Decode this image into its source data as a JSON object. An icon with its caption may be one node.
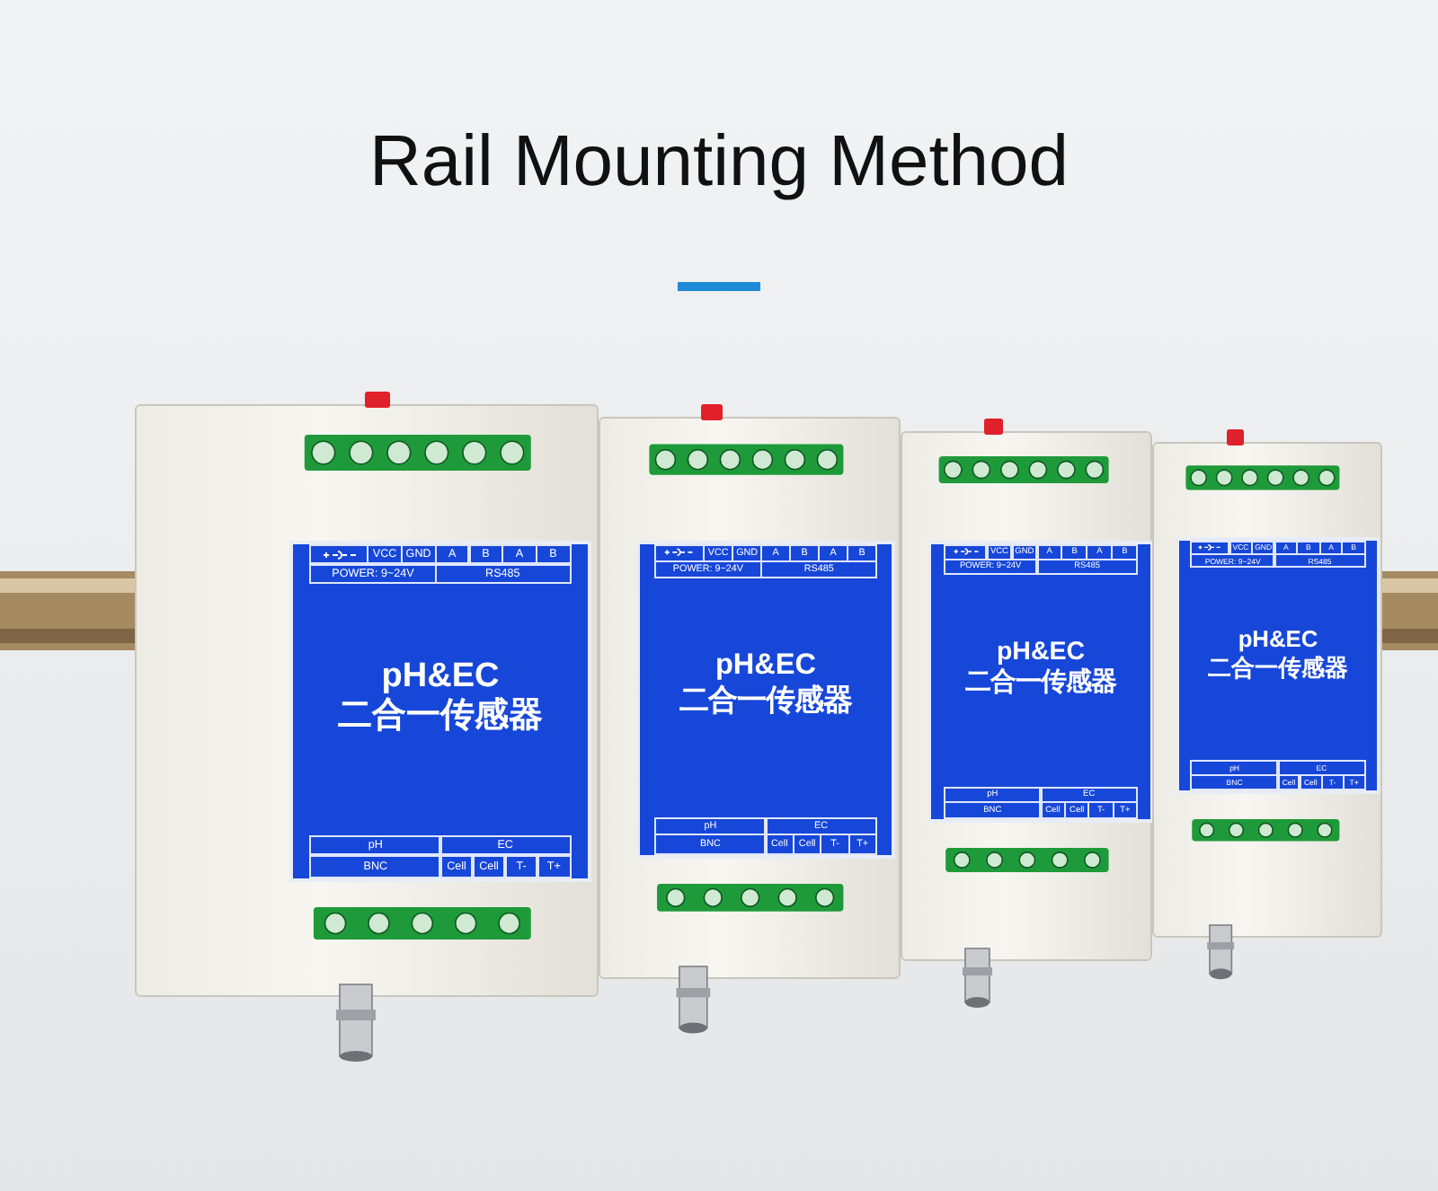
{
  "diagram": {
    "title": "Rail Mounting Method",
    "nodes": [
      {
        "text": [
          "VCC",
          "GND",
          "A",
          "B",
          "A",
          "B",
          "POWER: 9~24V",
          "RS485",
          "pH&EC",
          "二合一传感器",
          "pH",
          "EC",
          "BNC",
          "Cell",
          "Cell",
          "T-",
          "T+"
        ]
      },
      {
        "text": [
          "VCC",
          "GND",
          "A",
          "B",
          "A",
          "B",
          "POWER: 9~24V",
          "RS485",
          "pH&EC",
          "二合一传感器",
          "pH",
          "EC",
          "BNC",
          "Cell",
          "Cell",
          "T-",
          "T+"
        ]
      },
      {
        "text": [
          "VCC",
          "GND",
          "A",
          "B",
          "A",
          "B",
          "POWER: 9~24V",
          "RS485",
          "pH&EC",
          "二合一传感器",
          "pH",
          "EC",
          "BNC",
          "Cell",
          "Cell",
          "T-",
          "T+"
        ]
      },
      {
        "text": [
          "VCC",
          "GND",
          "A",
          "B",
          "A",
          "B",
          "POWER: 9~24V",
          "RS485",
          "pH&EC",
          "二合一传感器",
          "pH",
          "EC",
          "BNC",
          "Cell",
          "Cell",
          "T-",
          "T+"
        ]
      }
    ]
  }
}
